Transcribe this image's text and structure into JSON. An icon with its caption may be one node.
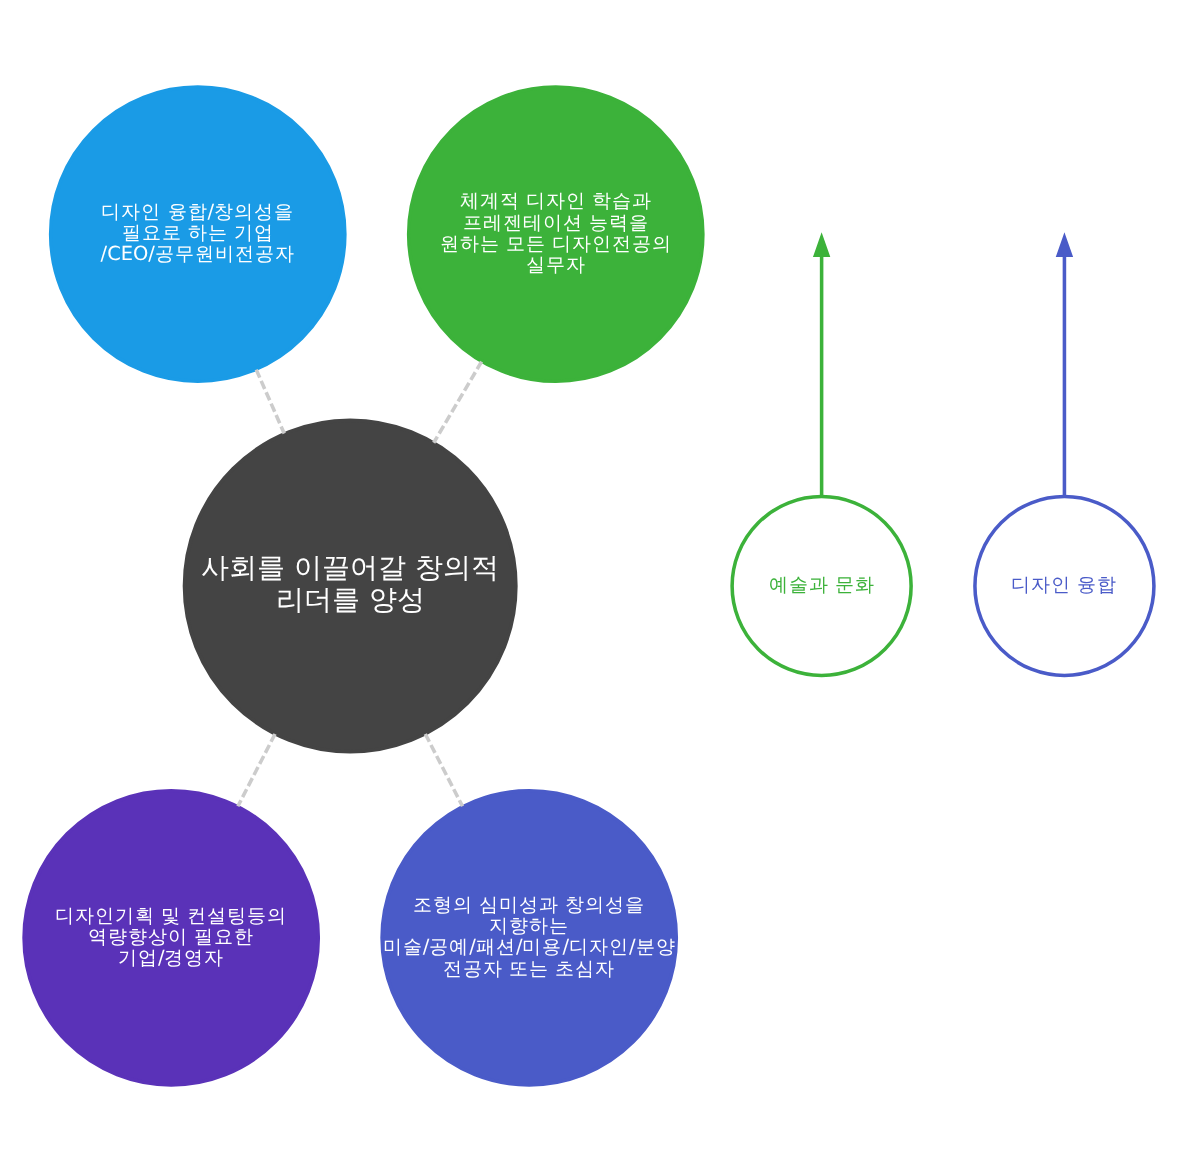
{
  "diagram": {
    "nodes": [
      {
        "text": [
          "디자인 융합/창의성을 필요로 하는 기업 /CEO/공무원비전공자"
        ]
      },
      {
        "text": [
          "체계적 디자인 학습과 프레젠테이션 능력을 원하는 모든 디자인전공의 실무자"
        ]
      },
      {
        "text": [
          "사회를 이끌어갈 창의적 리더를 양성"
        ]
      },
      {
        "text": [
          "디자인기획 및 컨설팅등의 역량향상이 필요한 기업/경영자"
        ]
      },
      {
        "text": [
          "조형의 심미성과 창의성을 지향하는 미술/공예/패션/미용/디자인/분양 전공자 또는 초심자"
        ]
      },
      {
        "text": [
          "예술과 문화"
        ]
      },
      {
        "text": [
          "디자인 융합"
        ]
      }
    ],
    "edges": [
      {
        "from": 2,
        "to": 0,
        "arrow": "none",
        "style": "dashed"
      },
      {
        "from": 2,
        "to": 1,
        "arrow": "none",
        "style": "dashed"
      },
      {
        "from": 2,
        "to": 3,
        "arrow": "none",
        "style": "dashed"
      },
      {
        "from": 2,
        "to": 4,
        "arrow": "none",
        "style": "dashed"
      },
      {
        "from": 5,
        "to": null,
        "arrow": "to",
        "color": "#3cb23a"
      },
      {
        "from": 6,
        "to": null,
        "arrow": "to",
        "color": "#4a5bc8"
      }
    ]
  }
}
